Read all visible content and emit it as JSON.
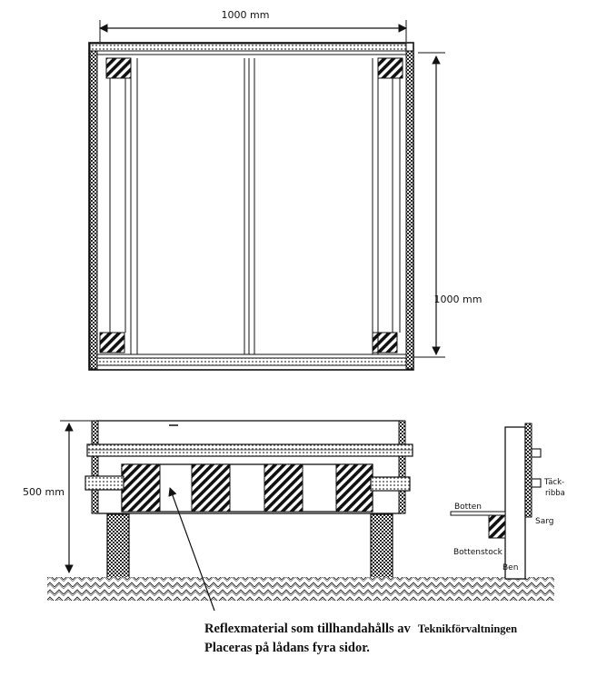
{
  "top_view": {
    "width_label": "1000 mm",
    "height_label": "1000 mm"
  },
  "side_view": {
    "height_label": "500 mm"
  },
  "detail": {
    "label_tackribba_1": "Täck-",
    "label_tackribba_2": "ribba",
    "label_sarg": "Sarg",
    "label_botten": "Botten",
    "label_bottenstock": "Bottenstock",
    "label_ben": "Ben"
  },
  "caption": {
    "line1_main": "Reflexmaterial som tillhandahålls av",
    "line1_org": "Teknikförvaltningen",
    "line2": "Placeras på lådans fyra sidor."
  }
}
